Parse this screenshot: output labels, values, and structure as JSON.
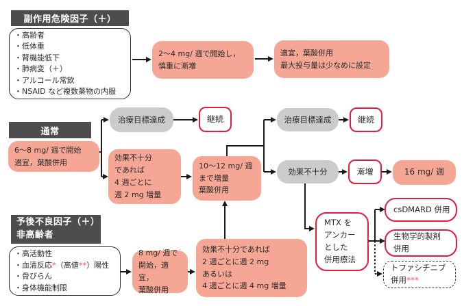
{
  "palette": {
    "pink_fill": "#f5a694",
    "gray_fill": "#cbcbcb",
    "red_outline": "#e31c3c",
    "header_bg": "#4d4d4d",
    "asterisk_red": "#ef8091"
  },
  "adverse_section": {
    "header": "副作用危険因子（＋）",
    "factors": [
      "・高齢者",
      "・低体重",
      "・腎機能低下",
      "・肺病変（＋）",
      "・アルコール常飲",
      "・NSAID など複数薬物の内服"
    ],
    "start_box": "2〜4 mg/ 週で開始し，\n慎重に漸増",
    "folate_box": "適宜，葉酸併用\n最大投与量は少なめに設定"
  },
  "normal_section": {
    "header": "通常",
    "start_box": "6〜8 mg/ 週で開始\n適宜，葉酸併用",
    "goal_box1": "治療目標達成",
    "continue_box1": "継続",
    "insufficient_box1": "効果不十分\nであれば\n4 週ごとに\n週 2 mg 増量",
    "increase_box": "10〜12 mg/ 週\nまで増量\n葉酸併用",
    "goal_box2": "治療目標達成",
    "continue_box2": "継続",
    "insufficient_box2": "効果不十分",
    "taper_box": "漸増",
    "max_box": "16 mg/ 週"
  },
  "prognosis_section": {
    "header": "予後不良因子（＋）\n非高齢者",
    "factor1": "・高活動性",
    "factor2_pre": "・血清反応",
    "factor2_star1": "*",
    "factor2_mid": "（高値",
    "factor2_star2": "**",
    "factor2_post": "）陽性",
    "factor3": "・骨びらん",
    "factor4": "・身体機能制限",
    "start_box": "8 mg/ 週で\n開始，適宜，\n葉酸併用",
    "insufficient_box": "効果不十分であれば\n2 週ごとに週 2 mg\nあるいは\n4 週ごとに週 4 mg 増量"
  },
  "combination_section": {
    "anchor_box": "MTX を\nアンカー\nとした\n併用療法",
    "csdmard_box": "csDMARD 併用",
    "bio_box": "生物学的製剤\n併用",
    "tofacitinib_text": "トファシチニブ\n併用",
    "tofacitinib_stars": "***"
  }
}
